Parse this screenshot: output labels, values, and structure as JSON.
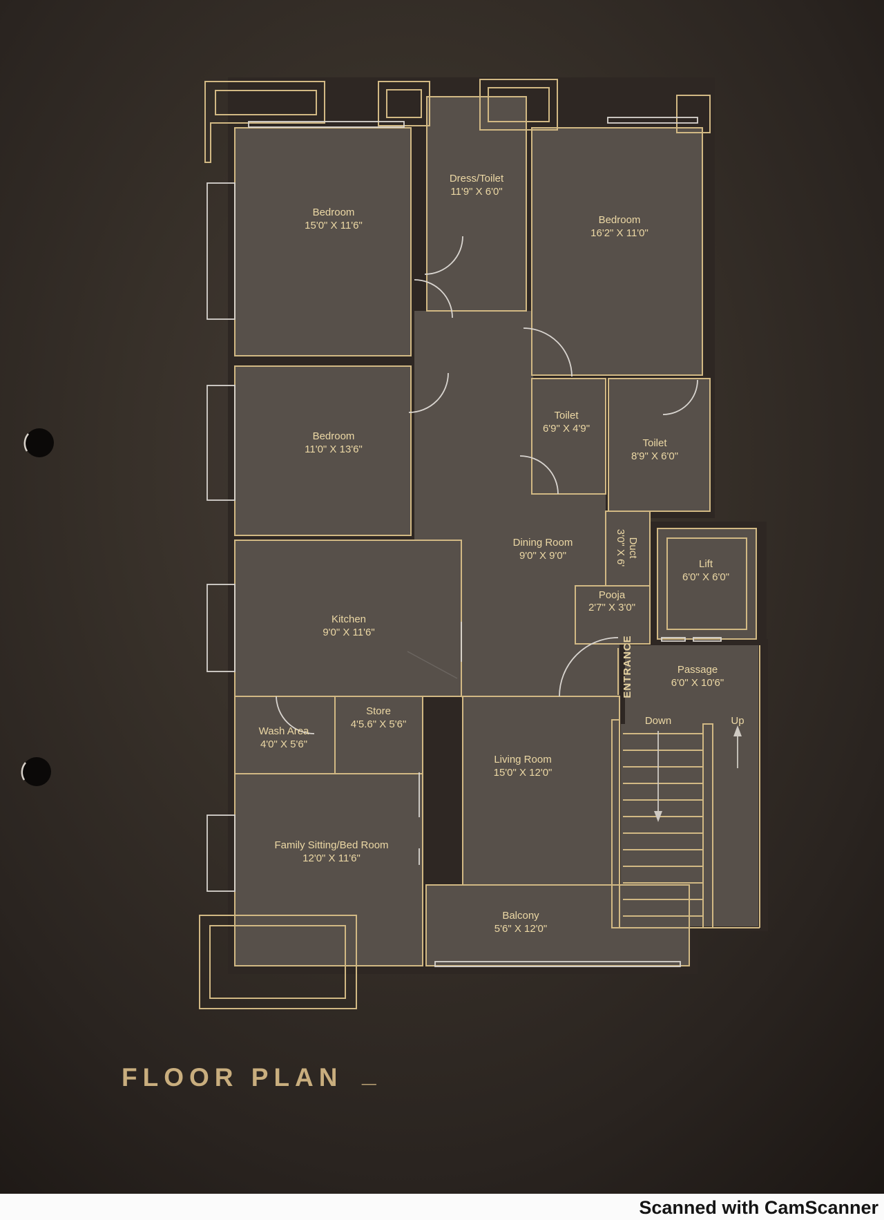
{
  "page": {
    "title": "FLOOR PLAN",
    "title_suffix": "_",
    "scanner_credit": "Scanned with CamScanner"
  },
  "colors": {
    "wall_gold": "#d2b984",
    "label_gold": "#ecd8a5",
    "title_gold": "#c9ae7e",
    "floor": "#57504a",
    "wall_fill": "#2e2723",
    "white_line": "#d9d5d0",
    "page_dark": "#241e1b",
    "footer_white": "#fbfbfb"
  },
  "rooms": [
    {
      "name": "Bedroom",
      "dims": "15'0\" X 11'6\""
    },
    {
      "name": "Dress/Toilet",
      "dims": "11'9\" X 6'0\""
    },
    {
      "name": "Bedroom",
      "dims": "16'2\" X 11'0\""
    },
    {
      "name": "Bedroom",
      "dims": "11'0\" X 13'6\""
    },
    {
      "name": "Toilet",
      "dims": "6'9\" X 4'9\""
    },
    {
      "name": "Toilet",
      "dims": "8'9\" X 6'0\""
    },
    {
      "name": "Dining Room",
      "dims": "9'0\" X 9'0\""
    },
    {
      "name": "Duct",
      "dims": "3'0\" X 6'"
    },
    {
      "name": "Lift",
      "dims": "6'0\" X 6'0\""
    },
    {
      "name": "Pooja",
      "dims": "2'7\" X 3'0\""
    },
    {
      "name": "Kitchen",
      "dims": "9'0\" X 11'6\""
    },
    {
      "name": "Passage",
      "dims": "6'0\" X 10'6\""
    },
    {
      "name": "Living Room",
      "dims": "15'0\" X 12'0\""
    },
    {
      "name": "Wash Area",
      "dims": "4'0\" X 5'6\""
    },
    {
      "name": "Store",
      "dims": "4'5.6\" X 5'6\""
    },
    {
      "name": "Family Sitting/Bed Room",
      "dims": "12'0\" X 11'6\""
    },
    {
      "name": "Balcony",
      "dims": "5'6\" X 12'0\""
    }
  ],
  "annotations": {
    "entrance": "ENTRANCE",
    "down": "Down",
    "up": "Up"
  }
}
